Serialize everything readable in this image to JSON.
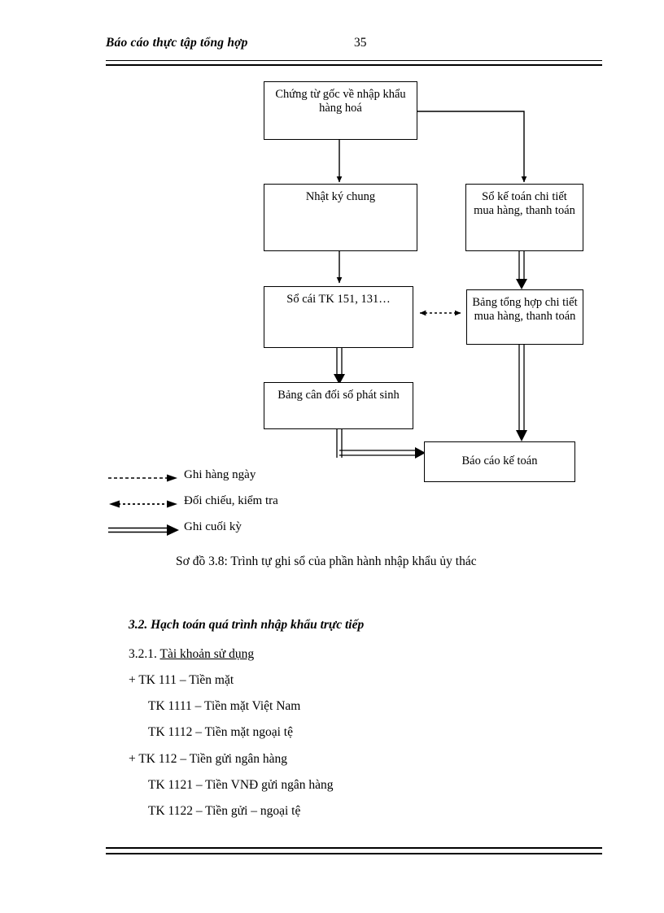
{
  "header": {
    "title": "Báo cáo thực tập tổng hợp",
    "page_number": "35"
  },
  "diagram": {
    "boxes": [
      {
        "id": "chung-tu-goc",
        "text": "Chứng từ gốc về nhập khẩu hàng hoá"
      },
      {
        "id": "nhat-ky-chung",
        "text": "Nhật ký chung"
      },
      {
        "id": "so-ke-toan-chi-tiet",
        "text": "Sổ kế toán chi tiết mua hàng, thanh toán"
      },
      {
        "id": "so-cai",
        "text": "Sổ cái TK 151, 131…"
      },
      {
        "id": "bang-tong-hop",
        "text": "Bảng tổng hợp chi tiết mua hàng, thanh toán"
      },
      {
        "id": "bang-can-doi",
        "text": "Bảng cân đối số phát sinh"
      },
      {
        "id": "bao-cao-ke-toan",
        "text": "Báo cáo kế toán"
      }
    ]
  },
  "legend": {
    "items": [
      {
        "id": "ghi-hang-ngay",
        "label": "Ghi hàng ngày",
        "style": "dotted-arrow"
      },
      {
        "id": "doi-chieu-kiem-tra",
        "label": "Đối chiếu, kiểm tra",
        "style": "dotted-double-arrow"
      },
      {
        "id": "ghi-cuoi-ky",
        "label": "Ghi cuối kỳ",
        "style": "double-line-arrow"
      }
    ]
  },
  "caption": "Sơ đồ 3.8: Trình tự ghi sổ của phần hành nhập khẩu ủy thác",
  "body": {
    "section_heading": "3.2. Hạch toán quá trình nhập khẩu trực tiếp",
    "subsection_number": "3.2.1. ",
    "subsection_title": "Tài khoản sử dụng",
    "account_lines": [
      {
        "level": 1,
        "text": "+ TK 111 – Tiền mặt"
      },
      {
        "level": 2,
        "text": "TK 1111 – Tiền mặt Việt Nam"
      },
      {
        "level": 2,
        "text": "TK 1112 – Tiền mặt ngoại tệ"
      },
      {
        "level": 1,
        "text": "+ TK 112 – Tiền gửi ngân hàng"
      },
      {
        "level": 2,
        "text": "TK 1121 – Tiền VNĐ gửi ngân hàng"
      },
      {
        "level": 2,
        "text": "TK 1122 – Tiền gửi – ngoại tệ"
      }
    ]
  },
  "colors": {
    "ink": "#000000",
    "paper": "#ffffff"
  }
}
